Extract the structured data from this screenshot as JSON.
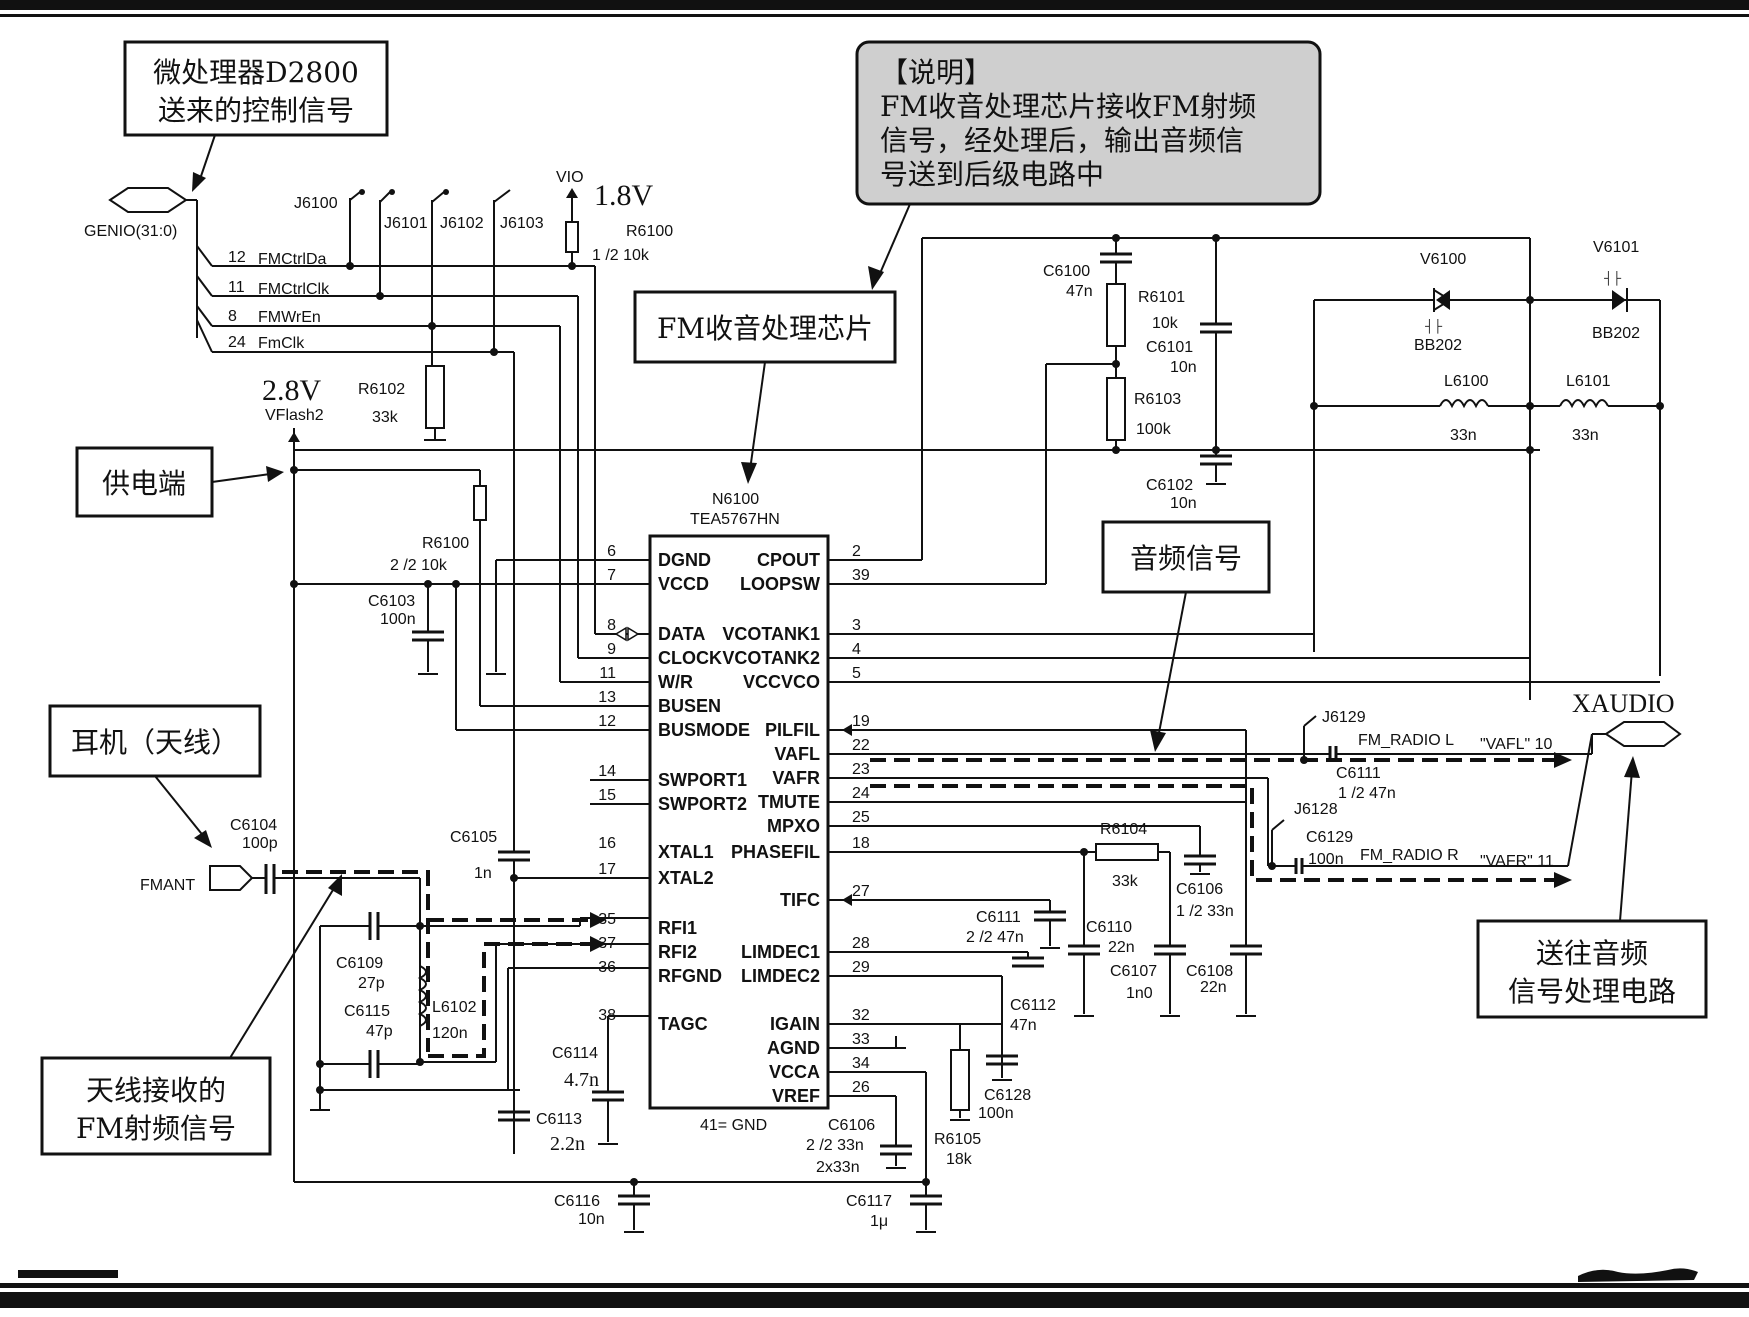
{
  "callouts": {
    "control": [
      "微处理器D2800",
      "送来的控制信号"
    ],
    "note_title": "【说明】",
    "note_lines": [
      "FM收音处理芯片接收FM射频",
      "信号，经处理后，输出音频信",
      "号送到后级电路中"
    ],
    "chip_label": "FM收音处理芯片",
    "power": "供电端",
    "earphone": "耳机（天线）",
    "antenna": [
      "天线接收的",
      "FM射频信号"
    ],
    "audio": "音频信号",
    "output": [
      "送往音频",
      "信号处理电路"
    ]
  },
  "chip": {
    "ref": "N6100",
    "part": "TEA5767HN",
    "gnd": "41= GND",
    "left_pins": [
      {
        "num": "6",
        "name": "DGND"
      },
      {
        "num": "7",
        "name": "VCCD"
      },
      {
        "num": "8",
        "name": "DATA"
      },
      {
        "num": "9",
        "name": "CLOCK"
      },
      {
        "num": "11",
        "name": "W/R"
      },
      {
        "num": "13",
        "name": "BUSEN"
      },
      {
        "num": "12",
        "name": "BUSMODE"
      },
      {
        "num": "14",
        "name": "SWPORT1"
      },
      {
        "num": "15",
        "name": "SWPORT2"
      },
      {
        "num": "16",
        "name": "XTAL1"
      },
      {
        "num": "17",
        "name": "XTAL2"
      },
      {
        "num": "35",
        "name": "RFI1"
      },
      {
        "num": "37",
        "name": "RFI2"
      },
      {
        "num": "36",
        "name": "RFGND"
      },
      {
        "num": "38",
        "name": "TAGC"
      }
    ],
    "right_pins": [
      {
        "num": "2",
        "name": "CPOUT"
      },
      {
        "num": "39",
        "name": "LOOPSW"
      },
      {
        "num": "3",
        "name": "VCOTANK1"
      },
      {
        "num": "4",
        "name": "VCOTANK2"
      },
      {
        "num": "5",
        "name": "VCCVCO"
      },
      {
        "num": "19",
        "name": "PILFIL"
      },
      {
        "num": "22",
        "name": "VAFL"
      },
      {
        "num": "23",
        "name": "VAFR"
      },
      {
        "num": "24",
        "name": "TMUTE"
      },
      {
        "num": "25",
        "name": "MPXO"
      },
      {
        "num": "18",
        "name": "PHASEFIL"
      },
      {
        "num": "27",
        "name": "TIFC"
      },
      {
        "num": "28",
        "name": "LIMDEC1"
      },
      {
        "num": "29",
        "name": "LIMDEC2"
      },
      {
        "num": "32",
        "name": "IGAIN"
      },
      {
        "num": "33",
        "name": "AGND"
      },
      {
        "num": "34",
        "name": "VCCA"
      },
      {
        "num": "26",
        "name": "VREF"
      }
    ]
  },
  "nets": {
    "genio": "GENIO(31:0)",
    "control": [
      {
        "num": "12",
        "name": "FMCtrlDa"
      },
      {
        "num": "11",
        "name": "FMCtrlClk"
      },
      {
        "num": "8",
        "name": "FMWrEn"
      },
      {
        "num": "24",
        "name": "FmClk"
      }
    ],
    "jumpers": [
      "J6100",
      "J6101",
      "J6102",
      "J6103"
    ],
    "vio": "VIO",
    "v18": "1.8V",
    "v28": "2.8V",
    "vflash": "VFlash2",
    "fmant": "FMANT",
    "xaudio": "XAUDIO",
    "fm_radio_l": "FM_RADIO L",
    "fm_radio_r": "FM_RADIO R",
    "vafl": "\"VAFL\" 10",
    "vafr": "\"VAFR\" 11",
    "j6129": "J6129",
    "j6128": "J6128"
  },
  "components": [
    {
      "ref": "R6100",
      "value": "1  /2 10k"
    },
    {
      "ref": "R6100",
      "value": "2 /2 10k"
    },
    {
      "ref": "R6102",
      "value": "33k"
    },
    {
      "ref": "C6103",
      "value": "100n"
    },
    {
      "ref": "C6104",
      "value": "100p"
    },
    {
      "ref": "C6105",
      "value": "1n"
    },
    {
      "ref": "C6109",
      "value": "27p"
    },
    {
      "ref": "C6115",
      "value": "47p"
    },
    {
      "ref": "L6102",
      "value": "120n"
    },
    {
      "ref": "C6114",
      "value": "4.7n"
    },
    {
      "ref": "C6113",
      "value": "2.2n"
    },
    {
      "ref": "C6116",
      "value": "10n"
    },
    {
      "ref": "C6117",
      "value": "1μ"
    },
    {
      "ref": "C6106",
      "value": "2 /2 33n"
    },
    {
      "ref": "C6106b",
      "value": "2x33n"
    },
    {
      "ref": "R6105",
      "value": "18k"
    },
    {
      "ref": "C6100",
      "value": "47n"
    },
    {
      "ref": "R6101",
      "value": "10k"
    },
    {
      "ref": "C6101",
      "value": "10n"
    },
    {
      "ref": "R6103",
      "value": "100k"
    },
    {
      "ref": "C6102",
      "value": "10n"
    },
    {
      "ref": "V6100",
      "value": "BB202"
    },
    {
      "ref": "V6101",
      "value": "BB202"
    },
    {
      "ref": "L6100",
      "value": "33n"
    },
    {
      "ref": "L6101",
      "value": "33n"
    },
    {
      "ref": "R6104",
      "value": "33k"
    },
    {
      "ref": "C6106",
      "value": "1 /2 33n"
    },
    {
      "ref": "C6111",
      "value": "2 /2 47n"
    },
    {
      "ref": "C6110",
      "value": "22n"
    },
    {
      "ref": "C6108",
      "value": "22n"
    },
    {
      "ref": "C6107",
      "value": "1n0"
    },
    {
      "ref": "C6112",
      "value": "47n"
    },
    {
      "ref": "C6111",
      "value": "1 /2 47n"
    },
    {
      "ref": "C6129",
      "value": "100n"
    },
    {
      "ref": "C6128",
      "value": "100n"
    }
  ]
}
